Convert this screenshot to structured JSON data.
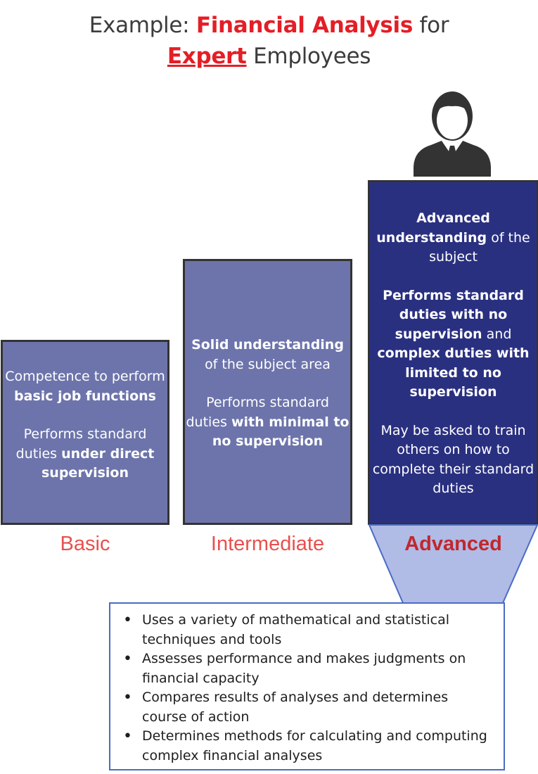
{
  "title": {
    "line1_prefix": "Example: ",
    "line1_highlight": "Financial Analysis",
    "line1_suffix": " for",
    "line2_highlight": "Expert",
    "line2_suffix": " Employees"
  },
  "levels": {
    "basic": {
      "label": "Basic",
      "p1_a": "Competence to perform ",
      "p1_b": "basic job functions",
      "p2_a": "Performs standard duties ",
      "p2_b": "under direct supervision"
    },
    "intermediate": {
      "label": "Intermediate",
      "p1_a": "Solid understanding",
      "p1_b": " of the subject area",
      "p2_a": "Performs standard duties ",
      "p2_b": "with minimal to no supervision"
    },
    "advanced": {
      "label": "Advanced",
      "p1_a": "Advanced understanding",
      "p1_b": " of the subject",
      "p2_a": "Performs standard duties with no supervision",
      "p2_b": " and ",
      "p2_c": "complex duties with limited to no supervision",
      "p3": "May be asked to train others on how to complete their standard duties"
    }
  },
  "bullets": [
    "Uses a variety of mathematical and statistical techniques and tools",
    "Assesses performance and makes judgments on financial capacity",
    "Compares results of analyses and determines course of action",
    "Determines methods for calculating and computing complex financial analyses"
  ],
  "colors": {
    "title_red": "#e41e26",
    "box_light": "#6d74ab",
    "box_dark": "#2a3080",
    "funnel": "#b0bbe6",
    "label_red": "#e8504e"
  },
  "icons": {
    "person": "businessman-icon"
  }
}
